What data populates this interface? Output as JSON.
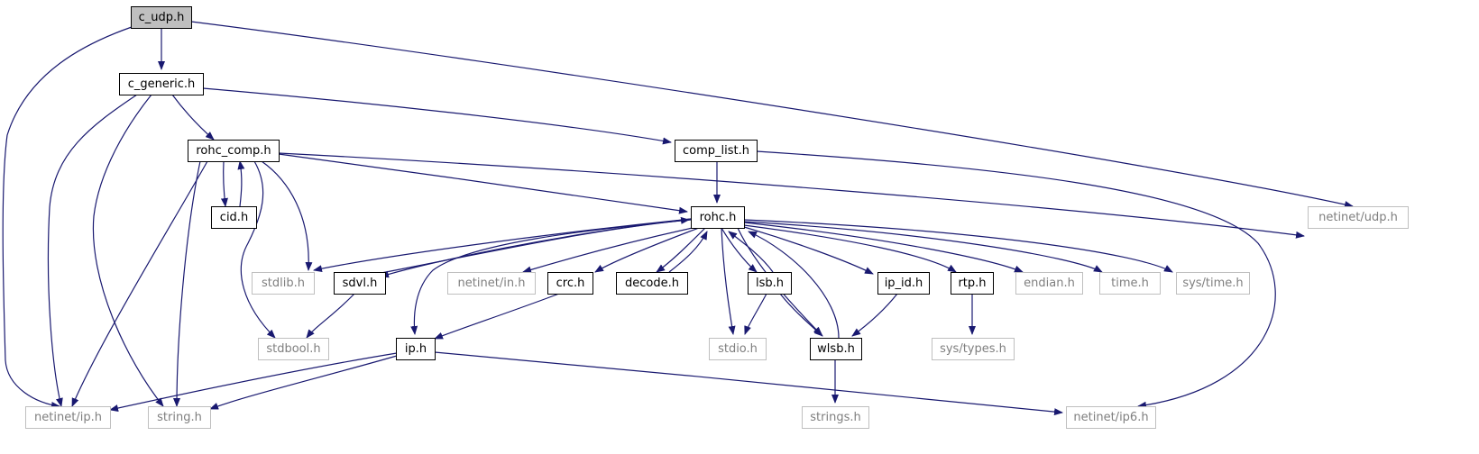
{
  "colors": {
    "edge": "#191970",
    "project_border": "#000000",
    "system_border": "#bfbfbf",
    "project_text": "#000000",
    "system_text": "#7f7f7f",
    "root_fill": "#bfbfbf",
    "fill": "#ffffff"
  },
  "nodes": [
    {
      "id": "c_udp",
      "label": "c_udp.h",
      "kind": "root"
    },
    {
      "id": "c_generic",
      "label": "c_generic.h",
      "kind": "project"
    },
    {
      "id": "rohc_comp",
      "label": "rohc_comp.h",
      "kind": "project"
    },
    {
      "id": "comp_list",
      "label": "comp_list.h",
      "kind": "project"
    },
    {
      "id": "cid",
      "label": "cid.h",
      "kind": "project"
    },
    {
      "id": "rohc",
      "label": "rohc.h",
      "kind": "project"
    },
    {
      "id": "netinet_udp",
      "label": "netinet/udp.h",
      "kind": "system"
    },
    {
      "id": "stdlib",
      "label": "stdlib.h",
      "kind": "system"
    },
    {
      "id": "sdvl",
      "label": "sdvl.h",
      "kind": "project"
    },
    {
      "id": "netinet_in",
      "label": "netinet/in.h",
      "kind": "system"
    },
    {
      "id": "crc",
      "label": "crc.h",
      "kind": "project"
    },
    {
      "id": "decode",
      "label": "decode.h",
      "kind": "project"
    },
    {
      "id": "lsb",
      "label": "lsb.h",
      "kind": "project"
    },
    {
      "id": "ip_id",
      "label": "ip_id.h",
      "kind": "project"
    },
    {
      "id": "rtp",
      "label": "rtp.h",
      "kind": "project"
    },
    {
      "id": "endian",
      "label": "endian.h",
      "kind": "system"
    },
    {
      "id": "time",
      "label": "time.h",
      "kind": "system"
    },
    {
      "id": "sys_time",
      "label": "sys/time.h",
      "kind": "system"
    },
    {
      "id": "stdbool",
      "label": "stdbool.h",
      "kind": "system"
    },
    {
      "id": "ip",
      "label": "ip.h",
      "kind": "project"
    },
    {
      "id": "stdio",
      "label": "stdio.h",
      "kind": "system"
    },
    {
      "id": "wlsb",
      "label": "wlsb.h",
      "kind": "project"
    },
    {
      "id": "sys_types",
      "label": "sys/types.h",
      "kind": "system"
    },
    {
      "id": "netinet_ip",
      "label": "netinet/ip.h",
      "kind": "system"
    },
    {
      "id": "string",
      "label": "string.h",
      "kind": "system"
    },
    {
      "id": "strings",
      "label": "strings.h",
      "kind": "system"
    },
    {
      "id": "netinet_ip6",
      "label": "netinet/ip6.h",
      "kind": "system"
    }
  ],
  "edges": [
    {
      "from": "c_udp",
      "to": "c_generic"
    },
    {
      "from": "c_udp",
      "to": "netinet_ip"
    },
    {
      "from": "c_udp",
      "to": "netinet_udp"
    },
    {
      "from": "c_generic",
      "to": "rohc_comp"
    },
    {
      "from": "c_generic",
      "to": "comp_list"
    },
    {
      "from": "c_generic",
      "to": "netinet_ip"
    },
    {
      "from": "c_generic",
      "to": "string"
    },
    {
      "from": "rohc_comp",
      "to": "cid"
    },
    {
      "from": "cid",
      "to": "rohc_comp"
    },
    {
      "from": "rohc_comp",
      "to": "rohc"
    },
    {
      "from": "rohc_comp",
      "to": "stdlib"
    },
    {
      "from": "rohc_comp",
      "to": "stdbool"
    },
    {
      "from": "rohc_comp",
      "to": "netinet_ip"
    },
    {
      "from": "rohc_comp",
      "to": "string"
    },
    {
      "from": "rohc_comp",
      "to": "netinet_udp"
    },
    {
      "from": "comp_list",
      "to": "rohc"
    },
    {
      "from": "comp_list",
      "to": "netinet_ip6"
    },
    {
      "from": "rohc",
      "to": "stdlib"
    },
    {
      "from": "rohc",
      "to": "sdvl"
    },
    {
      "from": "sdvl",
      "to": "rohc"
    },
    {
      "from": "rohc",
      "to": "netinet_in"
    },
    {
      "from": "rohc",
      "to": "crc"
    },
    {
      "from": "rohc",
      "to": "decode"
    },
    {
      "from": "decode",
      "to": "rohc"
    },
    {
      "from": "rohc",
      "to": "lsb"
    },
    {
      "from": "lsb",
      "to": "rohc"
    },
    {
      "from": "rohc",
      "to": "ip_id"
    },
    {
      "from": "rohc",
      "to": "rtp"
    },
    {
      "from": "rohc",
      "to": "endian"
    },
    {
      "from": "rohc",
      "to": "time"
    },
    {
      "from": "rohc",
      "to": "sys_time"
    },
    {
      "from": "rohc",
      "to": "ip"
    },
    {
      "from": "rohc",
      "to": "stdio"
    },
    {
      "from": "rohc",
      "to": "wlsb"
    },
    {
      "from": "wlsb",
      "to": "rohc"
    },
    {
      "from": "sdvl",
      "to": "stdbool"
    },
    {
      "from": "crc",
      "to": "ip"
    },
    {
      "from": "lsb",
      "to": "stdio"
    },
    {
      "from": "lsb",
      "to": "wlsb"
    },
    {
      "from": "ip_id",
      "to": "wlsb"
    },
    {
      "from": "rtp",
      "to": "sys_types"
    },
    {
      "from": "wlsb",
      "to": "strings"
    },
    {
      "from": "ip",
      "to": "netinet_ip"
    },
    {
      "from": "ip",
      "to": "string"
    },
    {
      "from": "ip",
      "to": "netinet_ip6"
    }
  ]
}
